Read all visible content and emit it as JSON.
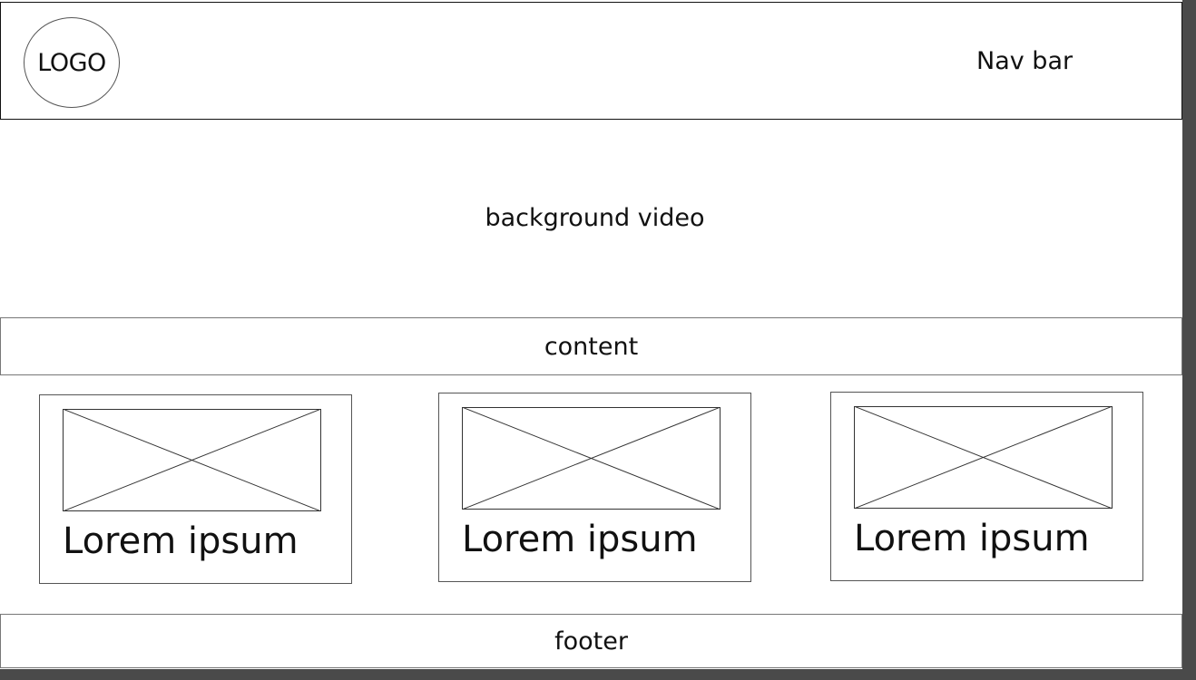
{
  "navbar": {
    "logo_text": "LOGO",
    "label": "Nav bar"
  },
  "hero": {
    "label": "background video"
  },
  "content": {
    "label": "content"
  },
  "cards": [
    {
      "caption": "Lorem ipsum",
      "image_icon": "image-placeholder-icon"
    },
    {
      "caption": "Lorem ipsum",
      "image_icon": "image-placeholder-icon"
    },
    {
      "caption": "Lorem ipsum",
      "image_icon": "image-placeholder-icon"
    }
  ],
  "footer": {
    "label": "footer"
  },
  "colors": {
    "background": "#ffffff",
    "frame": "#4a4a4a",
    "stroke": "#111111"
  }
}
